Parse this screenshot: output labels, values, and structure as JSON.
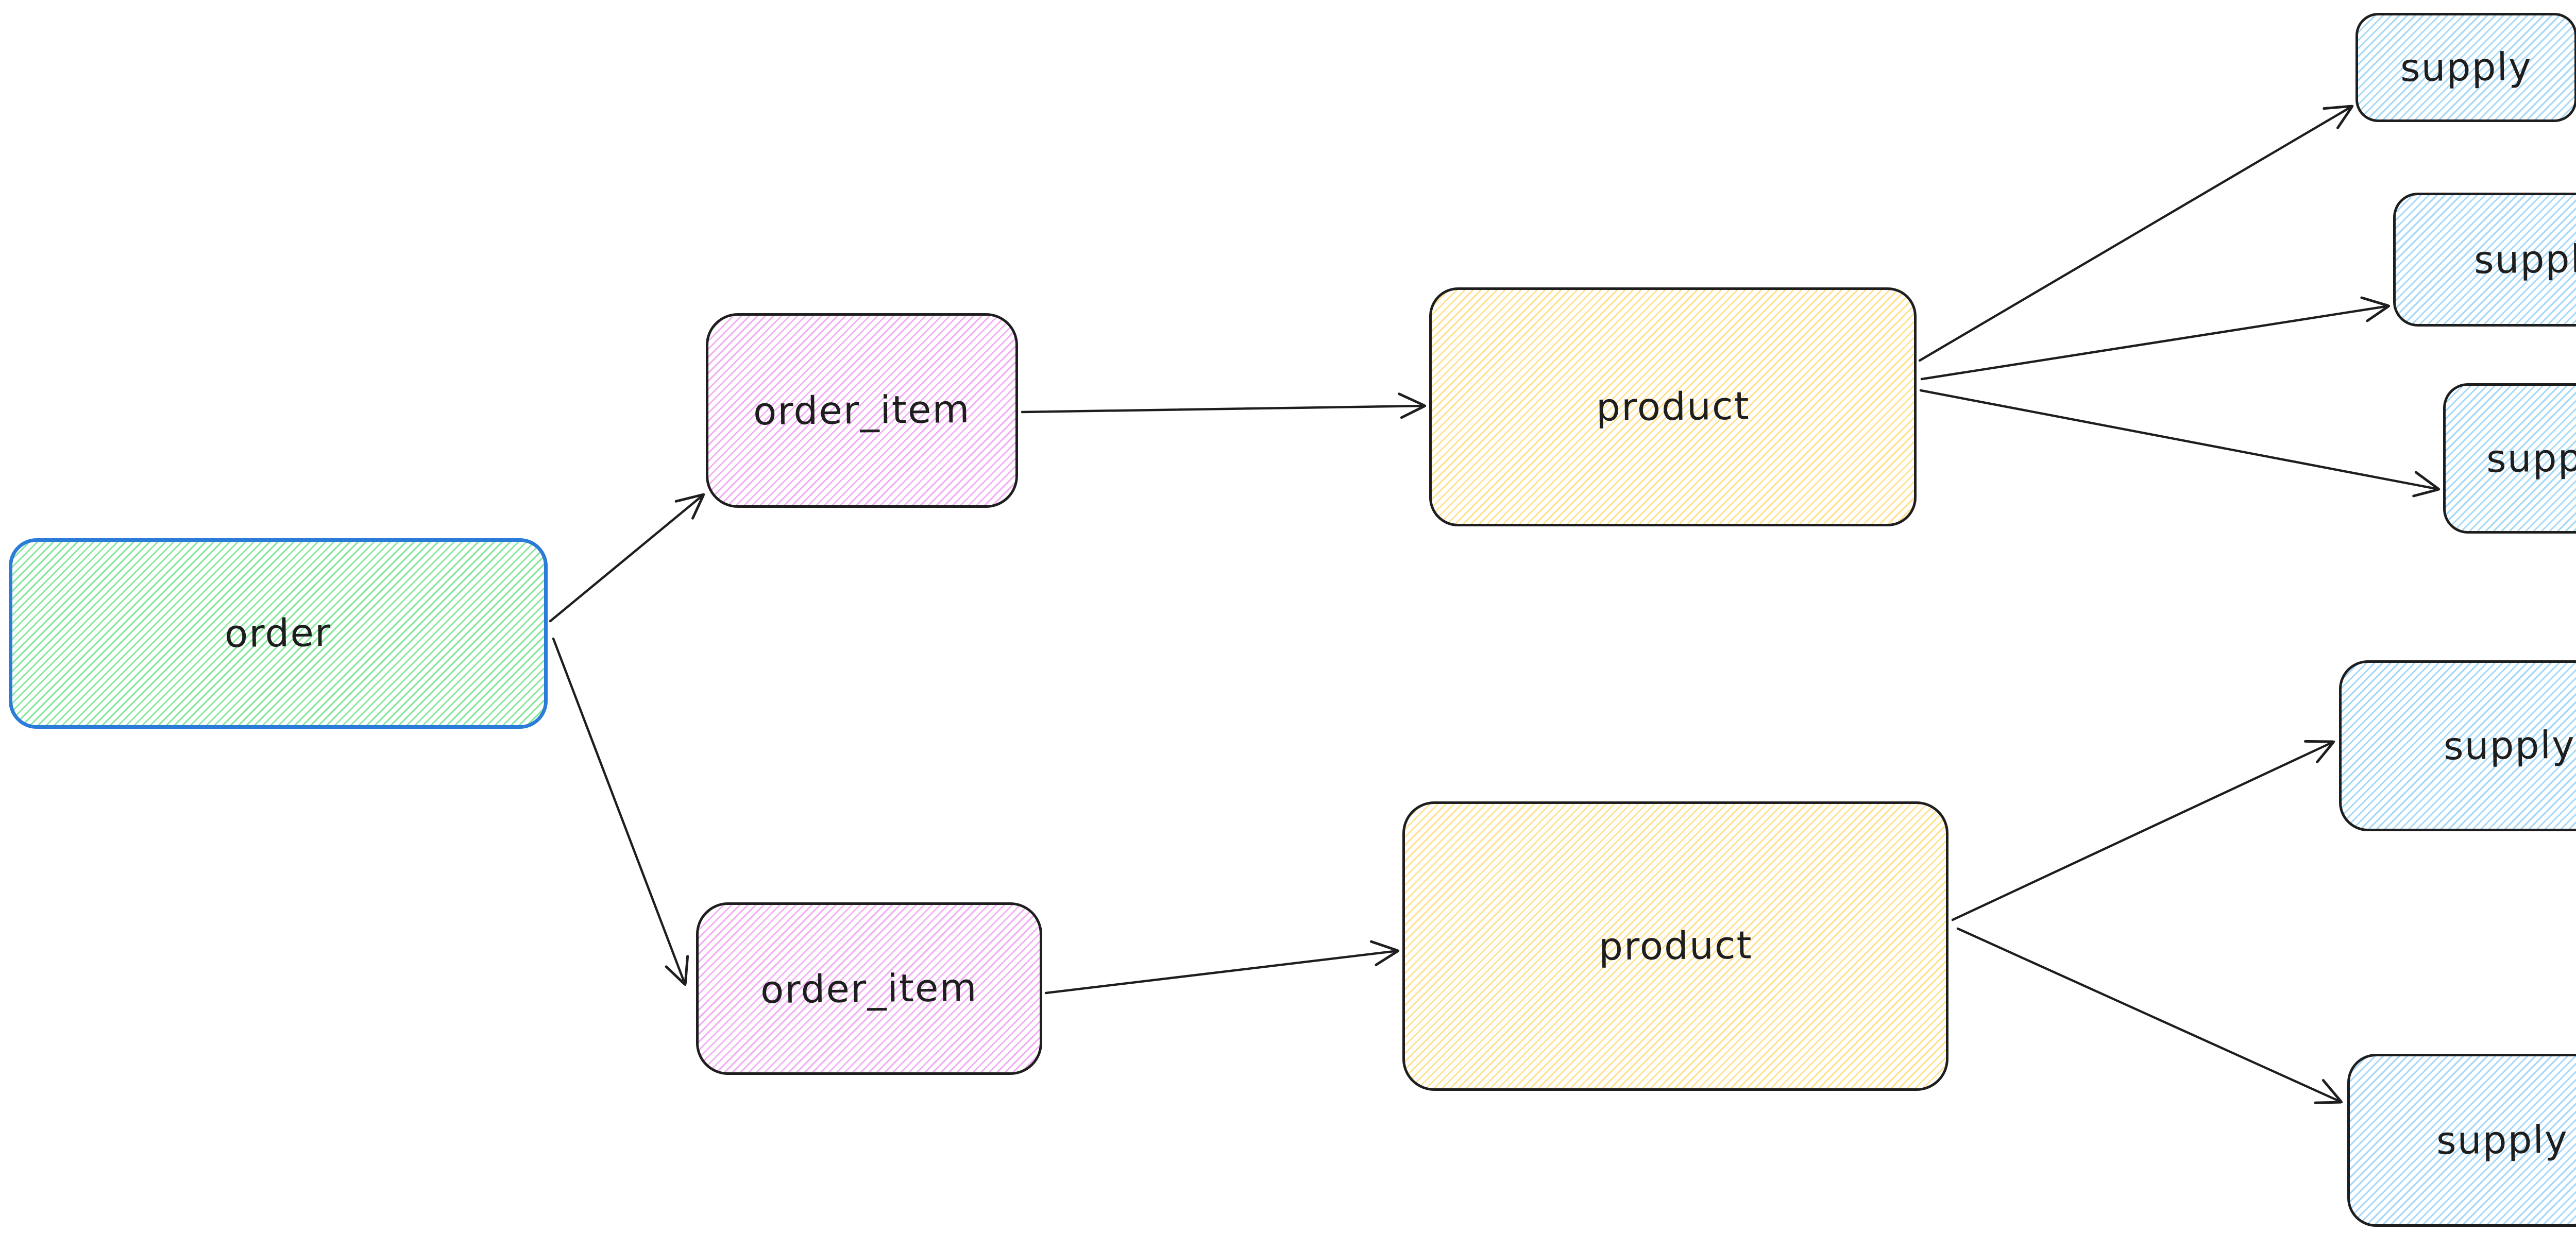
{
  "canvas": {
    "background": "#ffffff",
    "ink": "#1e1e1e"
  },
  "colors": {
    "order_stroke": "#2b7cd9",
    "green_hatch": "#86e79c",
    "violet_hatch": "#f1aef4",
    "yellow_hatch": "#ffe18f",
    "blue_hatch": "#a3d7f7",
    "arrow": "#1e1e1e"
  },
  "nodes": {
    "order": {
      "label": "order"
    },
    "order_item_1": {
      "label": "order_item"
    },
    "order_item_2": {
      "label": "order_item"
    },
    "product_1": {
      "label": "product"
    },
    "product_2": {
      "label": "product"
    },
    "supply_1": {
      "label": "supply"
    },
    "supply_2": {
      "label": "supply"
    },
    "supply_3": {
      "label": "supply"
    },
    "supply_4": {
      "label": "supply"
    },
    "supply_5": {
      "label": "supply"
    }
  },
  "edges": [
    {
      "from": "order",
      "to": "order_item_1"
    },
    {
      "from": "order",
      "to": "order_item_2"
    },
    {
      "from": "order_item_1",
      "to": "product_1"
    },
    {
      "from": "order_item_2",
      "to": "product_2"
    },
    {
      "from": "product_1",
      "to": "supply_1"
    },
    {
      "from": "product_1",
      "to": "supply_2"
    },
    {
      "from": "product_1",
      "to": "supply_3"
    },
    {
      "from": "product_2",
      "to": "supply_4"
    },
    {
      "from": "product_2",
      "to": "supply_5"
    }
  ]
}
